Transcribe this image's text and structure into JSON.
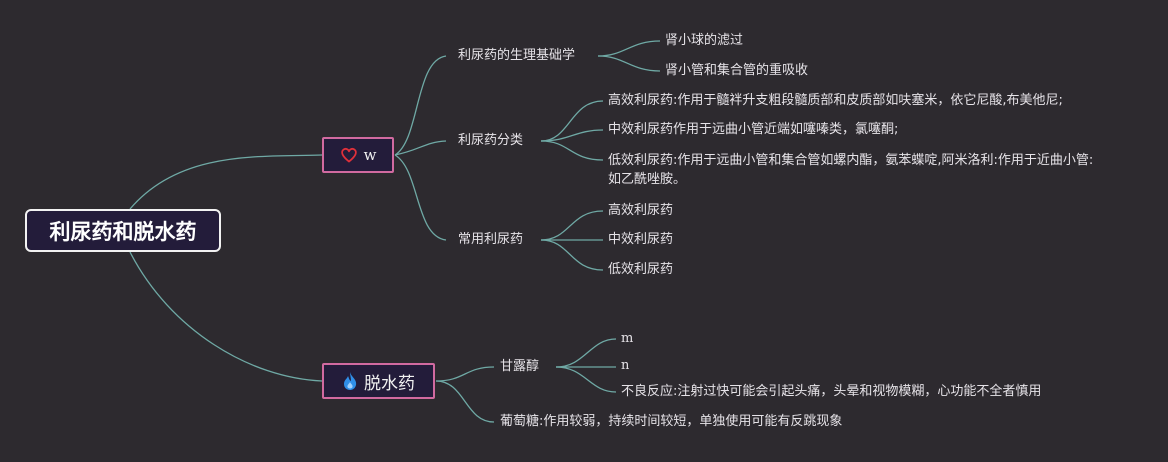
{
  "root": {
    "label": "利尿药和脱水药"
  },
  "diuretic": {
    "icon": "heart-icon",
    "label": "w",
    "physiology": {
      "label": "利尿药的生理基础学",
      "children": [
        "肾小球的滤过",
        "肾小管和集合管的重吸收"
      ]
    },
    "classification": {
      "label": "利尿药分类",
      "children": [
        "高效利尿药:作用于髓袢升支粗段髓质部和皮质部如呋塞米，依它尼酸,布美他尼;",
        "中效利尿药作用于远曲小管近端如噻嗪类，氯噻酮;",
        "低效利尿药:作用于远曲小管和集合管如螺内酯，氨苯蝶啶,阿米洛利:作用于近曲小管:如乙酰唑胺。"
      ]
    },
    "common": {
      "label": "常用利尿药",
      "children": [
        "高效利尿药",
        "中效利尿药",
        "低效利尿药"
      ]
    }
  },
  "dehydrant": {
    "icon": "flame-icon",
    "label": "脱水药",
    "mannitol": {
      "label": "甘露醇",
      "children": [
        "m",
        "n",
        "不良反应:注射过快可能会引起头痛，头晕和视物模糊，心功能不全者慎用"
      ]
    },
    "glucose": {
      "label": "葡萄糖:作用较弱，持续时间较短，单独使用可能有反跳现象"
    }
  },
  "colors": {
    "background": "#2d2a2f",
    "line": "#6fa9a5",
    "root_border": "#f2f2f2",
    "node_fill": "#231c3a",
    "branch_border": "#d16aa0",
    "heart": "#e0303a",
    "flame": "#2f8ee8"
  }
}
